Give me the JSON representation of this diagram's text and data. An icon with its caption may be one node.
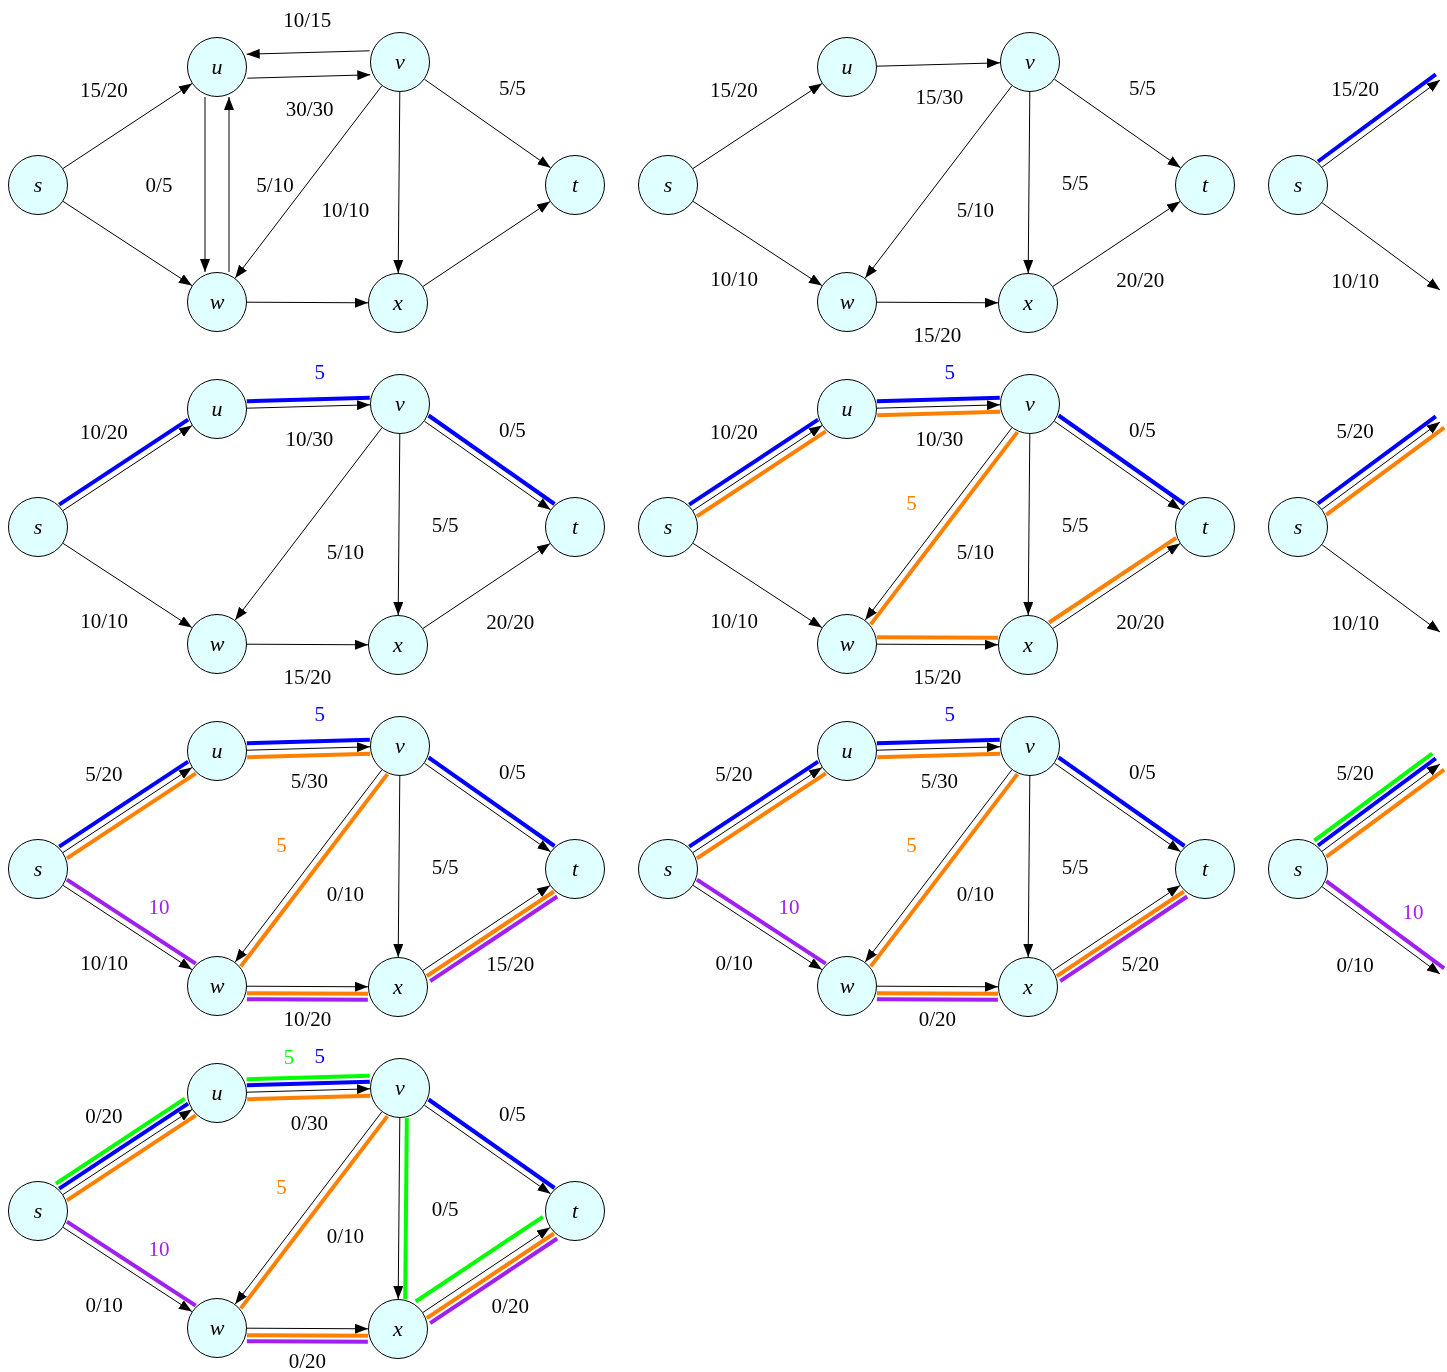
{
  "diagram": {
    "nodes": [
      {
        "text": [
          "s"
        ]
      },
      {
        "text": [
          "u"
        ]
      },
      {
        "text": [
          "v"
        ]
      },
      {
        "text": [
          "w"
        ]
      },
      {
        "text": [
          "x"
        ]
      },
      {
        "text": [
          "t"
        ]
      },
      {
        "text": [
          "s"
        ]
      },
      {
        "text": [
          "u"
        ]
      },
      {
        "text": [
          "v"
        ]
      },
      {
        "text": [
          "w"
        ]
      },
      {
        "text": [
          "x"
        ]
      },
      {
        "text": [
          "t"
        ]
      },
      {
        "text": [
          "s"
        ]
      },
      {
        "text": [
          "s"
        ]
      },
      {
        "text": [
          "u"
        ]
      },
      {
        "text": [
          "v"
        ]
      },
      {
        "text": [
          "w"
        ]
      },
      {
        "text": [
          "x"
        ]
      },
      {
        "text": [
          "t"
        ]
      },
      {
        "text": [
          "s"
        ]
      },
      {
        "text": [
          "u"
        ]
      },
      {
        "text": [
          "v"
        ]
      },
      {
        "text": [
          "w"
        ]
      },
      {
        "text": [
          "x"
        ]
      },
      {
        "text": [
          "t"
        ]
      },
      {
        "text": [
          "s"
        ]
      },
      {
        "text": [
          "s"
        ]
      },
      {
        "text": [
          "u"
        ]
      },
      {
        "text": [
          "v"
        ]
      },
      {
        "text": [
          "w"
        ]
      },
      {
        "text": [
          "x"
        ]
      },
      {
        "text": [
          "t"
        ]
      },
      {
        "text": [
          "s"
        ]
      },
      {
        "text": [
          "u"
        ]
      },
      {
        "text": [
          "v"
        ]
      },
      {
        "text": [
          "w"
        ]
      },
      {
        "text": [
          "x"
        ]
      },
      {
        "text": [
          "t"
        ]
      },
      {
        "text": [
          "s"
        ]
      },
      {
        "text": [
          "s"
        ]
      },
      {
        "text": [
          "u"
        ]
      },
      {
        "text": [
          "v"
        ]
      },
      {
        "text": [
          "w"
        ]
      },
      {
        "text": [
          "x"
        ]
      },
      {
        "text": [
          "t"
        ]
      }
    ],
    "edges": [
      {
        "from": 0,
        "to": 1,
        "arrow": "to",
        "label": "15/20"
      },
      {
        "from": 0,
        "to": 3,
        "arrow": "to"
      },
      {
        "from": 1,
        "to": 2,
        "arrow": "to",
        "label": "30/30"
      },
      {
        "from": 2,
        "to": 1,
        "arrow": "to",
        "label": "10/15"
      },
      {
        "from": 1,
        "to": 3,
        "arrow": "to",
        "label": "0/5"
      },
      {
        "from": 3,
        "to": 1,
        "arrow": "to",
        "label": "5/10"
      },
      {
        "from": 2,
        "to": 3,
        "arrow": "to",
        "label": "10/10"
      },
      {
        "from": 2,
        "to": 5,
        "arrow": "to",
        "label": "5/5"
      },
      {
        "from": 2,
        "to": 4,
        "arrow": "to"
      },
      {
        "from": 3,
        "to": 4,
        "arrow": "to"
      },
      {
        "from": 4,
        "to": 5,
        "arrow": "to"
      },
      {
        "from": 6,
        "to": 7,
        "arrow": "to",
        "label": "15/20"
      },
      {
        "from": 6,
        "to": 9,
        "arrow": "to",
        "label": "10/10"
      },
      {
        "from": 7,
        "to": 8,
        "arrow": "to",
        "label": "15/30"
      },
      {
        "from": 8,
        "to": 9,
        "arrow": "to",
        "label": "5/10"
      },
      {
        "from": 8,
        "to": 10,
        "arrow": "to",
        "label": "5/5"
      },
      {
        "from": 8,
        "to": 11,
        "arrow": "to",
        "label": "5/5"
      },
      {
        "from": 9,
        "to": 10,
        "arrow": "to",
        "label": "15/20"
      },
      {
        "from": 10,
        "to": 11,
        "arrow": "to",
        "label": "20/20"
      },
      {
        "from": 12,
        "to": null,
        "arrow": "to",
        "label": "15/20"
      },
      {
        "from": 12,
        "to": null,
        "arrow": "none",
        "style": "thick",
        "color": "#0000ff"
      },
      {
        "from": 12,
        "to": null,
        "arrow": "to",
        "label": "10/10"
      },
      {
        "from": 13,
        "to": 14,
        "arrow": "to",
        "label": "10/20"
      },
      {
        "from": 13,
        "to": 16,
        "arrow": "to",
        "label": "10/10"
      },
      {
        "from": 14,
        "to": 15,
        "arrow": "to",
        "label": "10/30"
      },
      {
        "from": 15,
        "to": 16,
        "arrow": "to",
        "label": "5/10"
      },
      {
        "from": 15,
        "to": 17,
        "arrow": "to",
        "label": "5/5"
      },
      {
        "from": 15,
        "to": 18,
        "arrow": "to",
        "label": "0/5"
      },
      {
        "from": 16,
        "to": 17,
        "arrow": "to",
        "label": "15/20"
      },
      {
        "from": 17,
        "to": 18,
        "arrow": "to",
        "label": "20/20"
      },
      {
        "from": 13,
        "to": 14,
        "arrow": "none",
        "style": "thick",
        "color": "#0000ff"
      },
      {
        "from": 14,
        "to": 15,
        "arrow": "none",
        "style": "thick",
        "color": "#0000ff",
        "label": "5"
      },
      {
        "from": 15,
        "to": 18,
        "arrow": "none",
        "style": "thick",
        "color": "#0000ff"
      },
      {
        "from": 19,
        "to": 20,
        "arrow": "to",
        "label": "10/20"
      },
      {
        "from": 19,
        "to": 22,
        "arrow": "to",
        "label": "10/10"
      },
      {
        "from": 20,
        "to": 21,
        "arrow": "to",
        "label": "10/30"
      },
      {
        "from": 21,
        "to": 22,
        "arrow": "to",
        "label": "5/10"
      },
      {
        "from": 21,
        "to": 23,
        "arrow": "to",
        "label": "5/5"
      },
      {
        "from": 21,
        "to": 24,
        "arrow": "to",
        "label": "0/5"
      },
      {
        "from": 22,
        "to": 23,
        "arrow": "to",
        "label": "15/20"
      },
      {
        "from": 23,
        "to": 24,
        "arrow": "to",
        "label": "20/20"
      },
      {
        "from": 19,
        "to": 20,
        "arrow": "none",
        "style": "thick",
        "color": "#0000ff"
      },
      {
        "from": 20,
        "to": 21,
        "arrow": "none",
        "style": "thick",
        "color": "#0000ff",
        "label": "5"
      },
      {
        "from": 21,
        "to": 24,
        "arrow": "none",
        "style": "thick",
        "color": "#0000ff"
      },
      {
        "from": 19,
        "to": 20,
        "arrow": "none",
        "style": "thick",
        "color": "#ff8000"
      },
      {
        "from": 20,
        "to": 21,
        "arrow": "none",
        "style": "thick",
        "color": "#ff8000"
      },
      {
        "from": 21,
        "to": 22,
        "arrow": "none",
        "style": "thick",
        "color": "#ff8000",
        "label": "5"
      },
      {
        "from": 22,
        "to": 23,
        "arrow": "none",
        "style": "thick",
        "color": "#ff8000"
      },
      {
        "from": 23,
        "to": 24,
        "arrow": "none",
        "style": "thick",
        "color": "#ff8000"
      },
      {
        "from": 25,
        "to": null,
        "arrow": "to",
        "label": "5/20"
      },
      {
        "from": 25,
        "to": null,
        "arrow": "none",
        "style": "thick",
        "color": "#0000ff"
      },
      {
        "from": 25,
        "to": null,
        "arrow": "none",
        "style": "thick",
        "color": "#ff8000"
      },
      {
        "from": 25,
        "to": null,
        "arrow": "to",
        "label": "10/10"
      },
      {
        "from": 26,
        "to": 27,
        "arrow": "to",
        "label": "5/20"
      },
      {
        "from": 26,
        "to": 29,
        "arrow": "to",
        "label": "10/10"
      },
      {
        "from": 27,
        "to": 28,
        "arrow": "to",
        "label": "5/30"
      },
      {
        "from": 28,
        "to": 29,
        "arrow": "to",
        "label": "0/10"
      },
      {
        "from": 28,
        "to": 30,
        "arrow": "to",
        "label": "5/5"
      },
      {
        "from": 28,
        "to": 31,
        "arrow": "to",
        "label": "0/5"
      },
      {
        "from": 29,
        "to": 30,
        "arrow": "to",
        "label": "10/20"
      },
      {
        "from": 30,
        "to": 31,
        "arrow": "to",
        "label": "15/20"
      },
      {
        "from": 26,
        "to": 27,
        "arrow": "none",
        "style": "thick",
        "color": "#0000ff"
      },
      {
        "from": 27,
        "to": 28,
        "arrow": "none",
        "style": "thick",
        "color": "#0000ff",
        "label": "5"
      },
      {
        "from": 28,
        "to": 31,
        "arrow": "none",
        "style": "thick",
        "color": "#0000ff"
      },
      {
        "from": 26,
        "to": 27,
        "arrow": "none",
        "style": "thick",
        "color": "#ff8000"
      },
      {
        "from": 27,
        "to": 28,
        "arrow": "none",
        "style": "thick",
        "color": "#ff8000"
      },
      {
        "from": 28,
        "to": 29,
        "arrow": "none",
        "style": "thick",
        "color": "#ff8000",
        "label": "5"
      },
      {
        "from": 29,
        "to": 30,
        "arrow": "none",
        "style": "thick",
        "color": "#ff8000"
      },
      {
        "from": 30,
        "to": 31,
        "arrow": "none",
        "style": "thick",
        "color": "#ff8000"
      },
      {
        "from": 26,
        "to": 29,
        "arrow": "none",
        "style": "thick",
        "color": "#a020f0",
        "label": "10"
      },
      {
        "from": 29,
        "to": 30,
        "arrow": "none",
        "style": "thick",
        "color": "#a020f0"
      },
      {
        "from": 30,
        "to": 31,
        "arrow": "none",
        "style": "thick",
        "color": "#a020f0"
      },
      {
        "from": 32,
        "to": 33,
        "arrow": "to",
        "label": "5/20"
      },
      {
        "from": 32,
        "to": 35,
        "arrow": "to",
        "label": "0/10"
      },
      {
        "from": 33,
        "to": 34,
        "arrow": "to",
        "label": "5/30"
      },
      {
        "from": 34,
        "to": 35,
        "arrow": "to",
        "label": "0/10"
      },
      {
        "from": 34,
        "to": 36,
        "arrow": "to",
        "label": "5/5"
      },
      {
        "from": 34,
        "to": 37,
        "arrow": "to",
        "label": "0/5"
      },
      {
        "from": 35,
        "to": 36,
        "arrow": "to",
        "label": "0/20"
      },
      {
        "from": 36,
        "to": 37,
        "arrow": "to",
        "label": "5/20"
      },
      {
        "from": 32,
        "to": 33,
        "arrow": "none",
        "style": "thick",
        "color": "#0000ff"
      },
      {
        "from": 33,
        "to": 34,
        "arrow": "none",
        "style": "thick",
        "color": "#0000ff",
        "label": "5"
      },
      {
        "from": 34,
        "to": 37,
        "arrow": "none",
        "style": "thick",
        "color": "#0000ff"
      },
      {
        "from": 32,
        "to": 33,
        "arrow": "none",
        "style": "thick",
        "color": "#ff8000"
      },
      {
        "from": 33,
        "to": 34,
        "arrow": "none",
        "style": "thick",
        "color": "#ff8000"
      },
      {
        "from": 34,
        "to": 35,
        "arrow": "none",
        "style": "thick",
        "color": "#ff8000",
        "label": "5"
      },
      {
        "from": 35,
        "to": 36,
        "arrow": "none",
        "style": "thick",
        "color": "#ff8000"
      },
      {
        "from": 36,
        "to": 37,
        "arrow": "none",
        "style": "thick",
        "color": "#ff8000"
      },
      {
        "from": 32,
        "to": 35,
        "arrow": "none",
        "style": "thick",
        "color": "#a020f0",
        "label": "10"
      },
      {
        "from": 35,
        "to": 36,
        "arrow": "none",
        "style": "thick",
        "color": "#a020f0"
      },
      {
        "from": 36,
        "to": 37,
        "arrow": "none",
        "style": "thick",
        "color": "#a020f0"
      },
      {
        "from": 38,
        "to": null,
        "arrow": "to",
        "label": "5/20"
      },
      {
        "from": 38,
        "to": null,
        "arrow": "none",
        "style": "thick",
        "color": "#00ff00"
      },
      {
        "from": 38,
        "to": null,
        "arrow": "none",
        "style": "thick",
        "color": "#0000ff"
      },
      {
        "from": 38,
        "to": null,
        "arrow": "none",
        "style": "thick",
        "color": "#ff8000"
      },
      {
        "from": 38,
        "to": null,
        "arrow": "to",
        "label": "0/10"
      },
      {
        "from": 38,
        "to": null,
        "arrow": "none",
        "style": "thick",
        "color": "#a020f0",
        "label": "10"
      },
      {
        "from": 39,
        "to": 40,
        "arrow": "to",
        "label": "0/20"
      },
      {
        "from": 39,
        "to": 42,
        "arrow": "to",
        "label": "0/10"
      },
      {
        "from": 40,
        "to": 41,
        "arrow": "to",
        "label": "0/30"
      },
      {
        "from": 41,
        "to": 42,
        "arrow": "to",
        "label": "0/10"
      },
      {
        "from": 41,
        "to": 43,
        "arrow": "to",
        "label": "0/5"
      },
      {
        "from": 41,
        "to": 44,
        "arrow": "to",
        "label": "0/5"
      },
      {
        "from": 42,
        "to": 43,
        "arrow": "to",
        "label": "0/20"
      },
      {
        "from": 43,
        "to": 44,
        "arrow": "to",
        "label": "0/20"
      },
      {
        "from": 39,
        "to": 40,
        "arrow": "none",
        "style": "thick",
        "color": "#0000ff"
      },
      {
        "from": 40,
        "to": 41,
        "arrow": "none",
        "style": "thick",
        "color": "#0000ff",
        "label": "5"
      },
      {
        "from": 41,
        "to": 44,
        "arrow": "none",
        "style": "thick",
        "color": "#0000ff"
      },
      {
        "from": 39,
        "to": 40,
        "arrow": "none",
        "style": "thick",
        "color": "#ff8000"
      },
      {
        "from": 40,
        "to": 41,
        "arrow": "none",
        "style": "thick",
        "color": "#ff8000"
      },
      {
        "from": 41,
        "to": 42,
        "arrow": "none",
        "style": "thick",
        "color": "#ff8000",
        "label": "5"
      },
      {
        "from": 42,
        "to": 43,
        "arrow": "none",
        "style": "thick",
        "color": "#ff8000"
      },
      {
        "from": 43,
        "to": 44,
        "arrow": "none",
        "style": "thick",
        "color": "#ff8000"
      },
      {
        "from": 39,
        "to": 42,
        "arrow": "none",
        "style": "thick",
        "color": "#a020f0",
        "label": "10"
      },
      {
        "from": 42,
        "to": 43,
        "arrow": "none",
        "style": "thick",
        "color": "#a020f0"
      },
      {
        "from": 43,
        "to": 44,
        "arrow": "none",
        "style": "thick",
        "color": "#a020f0"
      },
      {
        "from": 39,
        "to": 40,
        "arrow": "none",
        "style": "thick",
        "color": "#00ff00"
      },
      {
        "from": 40,
        "to": 41,
        "arrow": "none",
        "style": "thick",
        "color": "#00ff00",
        "label": "5"
      },
      {
        "from": 41,
        "to": 43,
        "arrow": "none",
        "style": "thick",
        "color": "#00ff00"
      },
      {
        "from": 43,
        "to": 44,
        "arrow": "none",
        "style": "thick",
        "color": "#00ff00"
      }
    ]
  }
}
